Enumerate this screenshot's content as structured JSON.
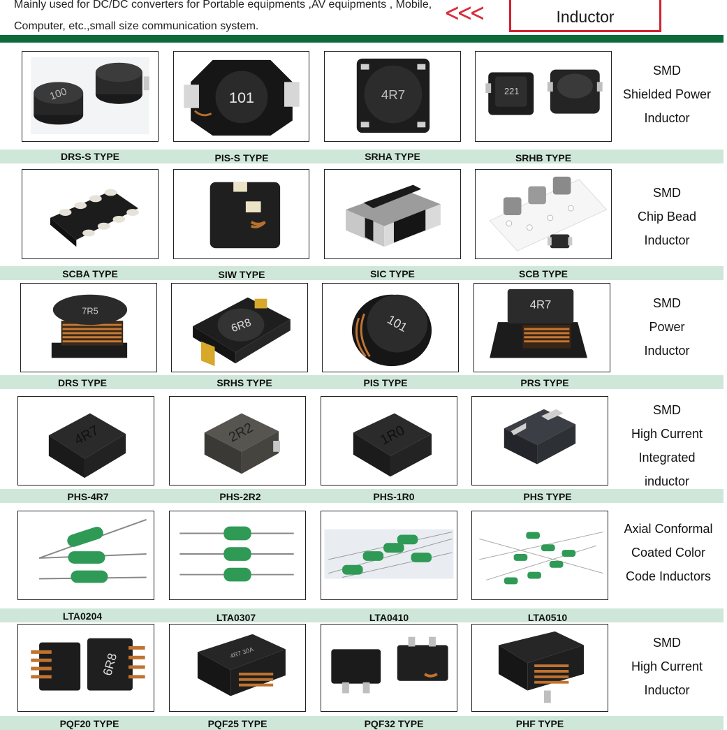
{
  "header": {
    "intro_line1": "Mainly used for DC/DC converters for Portable equipments ,AV equipments , Mobile,",
    "intro_line2": "Computer, etc.,small size communication system.",
    "chevrons": "<<<",
    "badge": "Inductor"
  },
  "colors": {
    "accent_red": "#d4202f",
    "bar_green": "#0d6b3b",
    "band_green": "#cfe7d9"
  },
  "rows": [
    {
      "category": [
        "SMD",
        "Shielded Power",
        "Inductor"
      ],
      "items": [
        {
          "label": "DRS-S TYPE",
          "marking": "100"
        },
        {
          "label": "PIS-S TYPE",
          "marking": "101"
        },
        {
          "label": "SRHA TYPE",
          "marking": "4R7"
        },
        {
          "label": "SRHB TYPE",
          "marking": "221"
        }
      ]
    },
    {
      "category": [
        "SMD",
        "Chip Bead",
        "Inductor"
      ],
      "items": [
        {
          "label": "SCBA TYPE",
          "marking": ""
        },
        {
          "label": "SIW TYPE",
          "marking": ""
        },
        {
          "label": "SIC TYPE",
          "marking": ""
        },
        {
          "label": "SCB TYPE",
          "marking": ""
        }
      ]
    },
    {
      "category": [
        "SMD",
        "Power",
        "Inductor"
      ],
      "items": [
        {
          "label": "DRS TYPE",
          "marking": "7R5"
        },
        {
          "label": "SRHS TYPE",
          "marking": "6R8"
        },
        {
          "label": "PIS TYPE",
          "marking": "101"
        },
        {
          "label": "PRS TYPE",
          "marking": "4R7"
        }
      ]
    },
    {
      "category": [
        "SMD",
        "High Current",
        "Integrated",
        "inductor"
      ],
      "items": [
        {
          "label": "PHS-4R7",
          "marking": "4R7"
        },
        {
          "label": "PHS-2R2",
          "marking": "2R2"
        },
        {
          "label": "PHS-1R0",
          "marking": "1R0"
        },
        {
          "label": "PHS TYPE",
          "marking": ""
        }
      ]
    },
    {
      "category": [
        "Axial Conformal",
        "Coated Color",
        "Code Inductors"
      ],
      "items": [
        {
          "label": "LTA0204",
          "marking": ""
        },
        {
          "label": "LTA0307",
          "marking": ""
        },
        {
          "label": "LTA0410",
          "marking": ""
        },
        {
          "label": "LTA0510",
          "marking": ""
        }
      ]
    },
    {
      "category": [
        "SMD",
        "High Current",
        "Inductor"
      ],
      "items": [
        {
          "label": "PQF20 TYPE",
          "marking": "6R8"
        },
        {
          "label": "PQF25 TYPE",
          "marking": "4R7 30A"
        },
        {
          "label": "PQF32 TYPE",
          "marking": ""
        },
        {
          "label": "PHF TYPE",
          "marking": ""
        }
      ]
    }
  ]
}
